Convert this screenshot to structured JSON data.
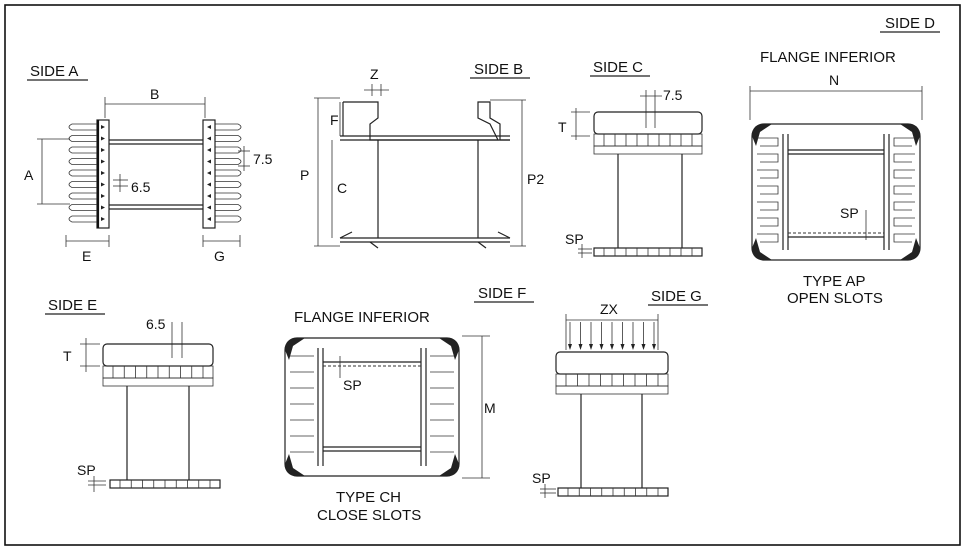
{
  "side_labels": {
    "a": "SIDE A",
    "b": "SIDE B",
    "c": "SIDE C",
    "d": "SIDE D",
    "e": "SIDE E",
    "f": "SIDE F",
    "g": "SIDE G"
  },
  "captions": {
    "flange_inferior_d": "FLANGE INFERIOR",
    "flange_inferior_f": "FLANGE INFERIOR",
    "type_ap": "TYPE AP",
    "open_slots": "OPEN SLOTS",
    "type_ch": "TYPE CH",
    "close_slots": "CLOSE SLOTS"
  },
  "dimensions": {
    "a_B": "B",
    "a_A": "A",
    "a_75": "7.5",
    "a_65": "6.5",
    "a_E": "E",
    "a_G": "G",
    "b_Z": "Z",
    "b_F": "F",
    "b_P": "P",
    "b_C": "C",
    "b_P2": "P2",
    "c_75": "7.5",
    "c_T": "T",
    "c_SP": "SP",
    "d_N": "N",
    "d_SP": "SP",
    "e_65": "6.5",
    "e_T": "T",
    "e_SP": "SP",
    "f_SP": "SP",
    "f_M": "M",
    "g_ZX": "ZX",
    "g_SP": "SP"
  }
}
